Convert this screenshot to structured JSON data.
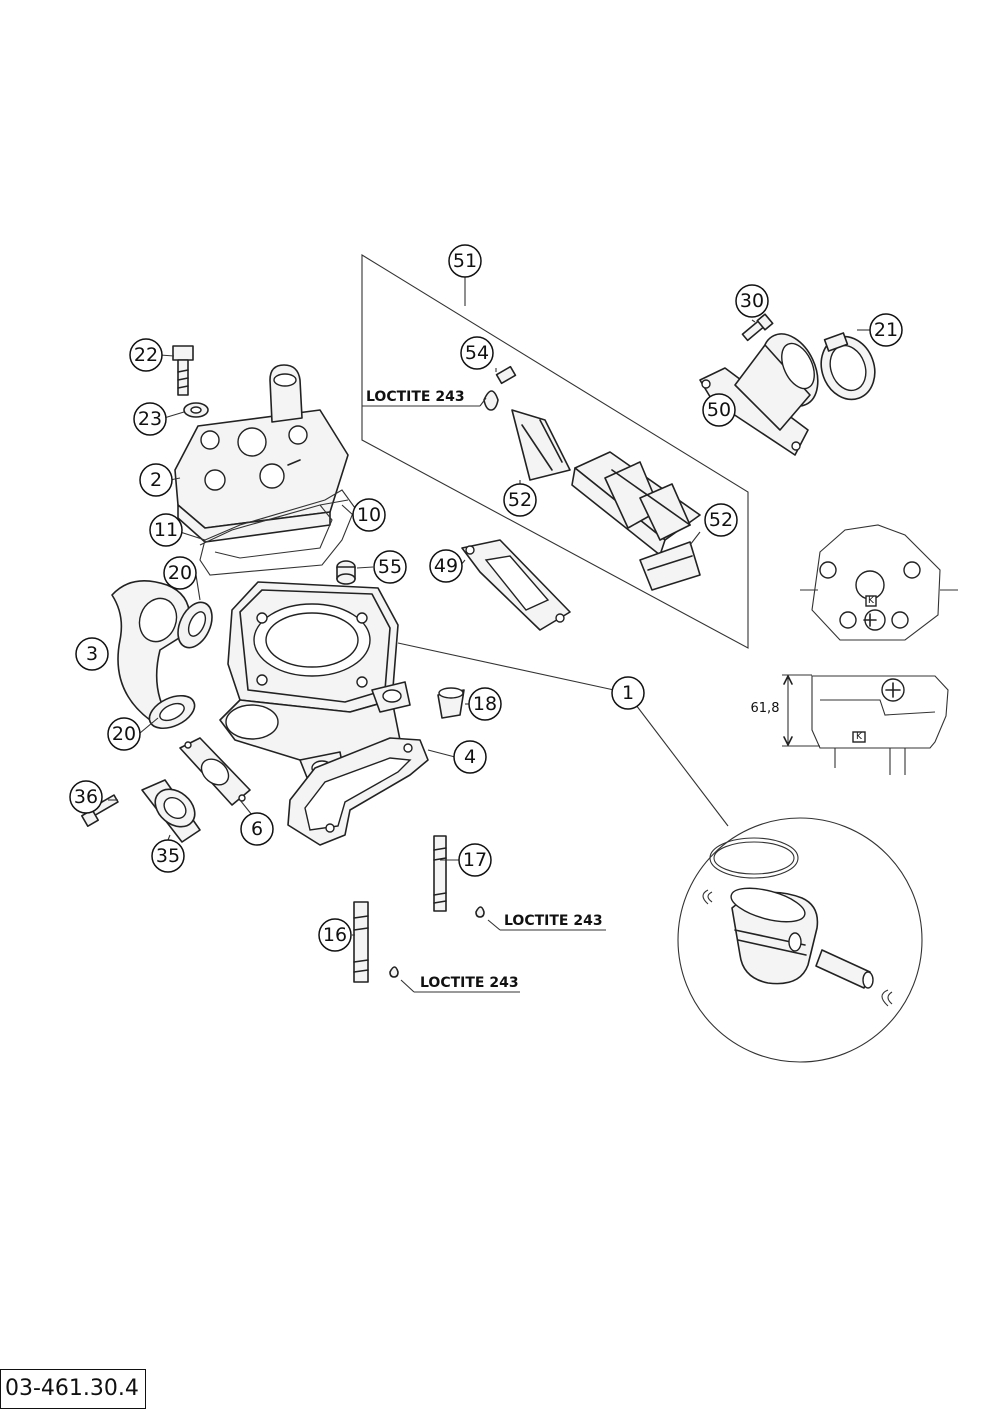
{
  "document_number": "03-461.30.4",
  "note_text": "LOCTITE 243",
  "dimension_label": "61,8",
  "detail_mark": "K",
  "callouts": [
    {
      "id": "51",
      "label": "51"
    },
    {
      "id": "30",
      "label": "30"
    },
    {
      "id": "21",
      "label": "21"
    },
    {
      "id": "22",
      "label": "22"
    },
    {
      "id": "54",
      "label": "54"
    },
    {
      "id": "23",
      "label": "23"
    },
    {
      "id": "50",
      "label": "50"
    },
    {
      "id": "2",
      "label": "2"
    },
    {
      "id": "52a",
      "label": "52"
    },
    {
      "id": "10",
      "label": "10"
    },
    {
      "id": "52b",
      "label": "52"
    },
    {
      "id": "11",
      "label": "11"
    },
    {
      "id": "20a",
      "label": "20"
    },
    {
      "id": "55",
      "label": "55"
    },
    {
      "id": "49",
      "label": "49"
    },
    {
      "id": "3",
      "label": "3"
    },
    {
      "id": "1",
      "label": "1"
    },
    {
      "id": "18",
      "label": "18"
    },
    {
      "id": "20b",
      "label": "20"
    },
    {
      "id": "4",
      "label": "4"
    },
    {
      "id": "36",
      "label": "36"
    },
    {
      "id": "6",
      "label": "6"
    },
    {
      "id": "35",
      "label": "35"
    },
    {
      "id": "17",
      "label": "17"
    },
    {
      "id": "16",
      "label": "16"
    }
  ]
}
